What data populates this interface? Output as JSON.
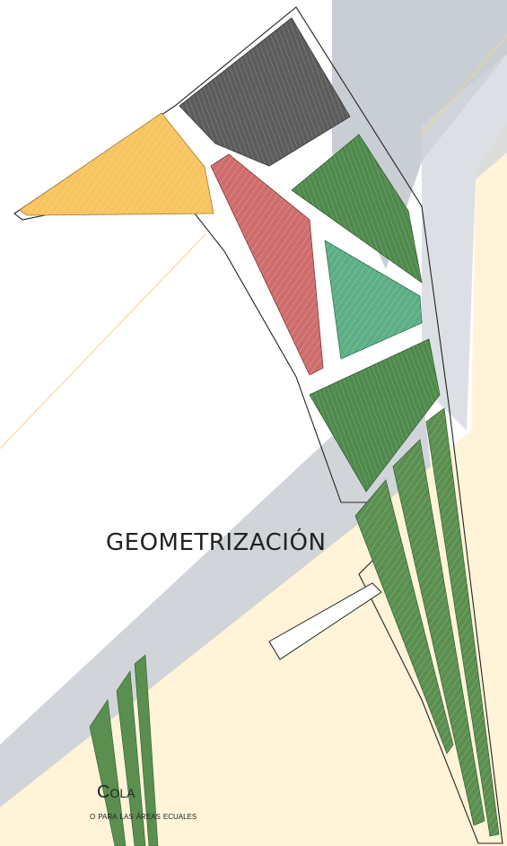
{
  "title": "GEOMETRIZACIÓN",
  "caption_heading": "Cola",
  "caption_body": "o para las áreas ecuales",
  "colors": {
    "background": "#ffffff",
    "cream": "#fff4d8",
    "band_gray": "#c9ced4",
    "yellow": "#f7c45f",
    "charcoal": "#5c5c5c",
    "red": "#cf6d6d",
    "green": "#4f8a4c",
    "mint": "#5cae85"
  }
}
